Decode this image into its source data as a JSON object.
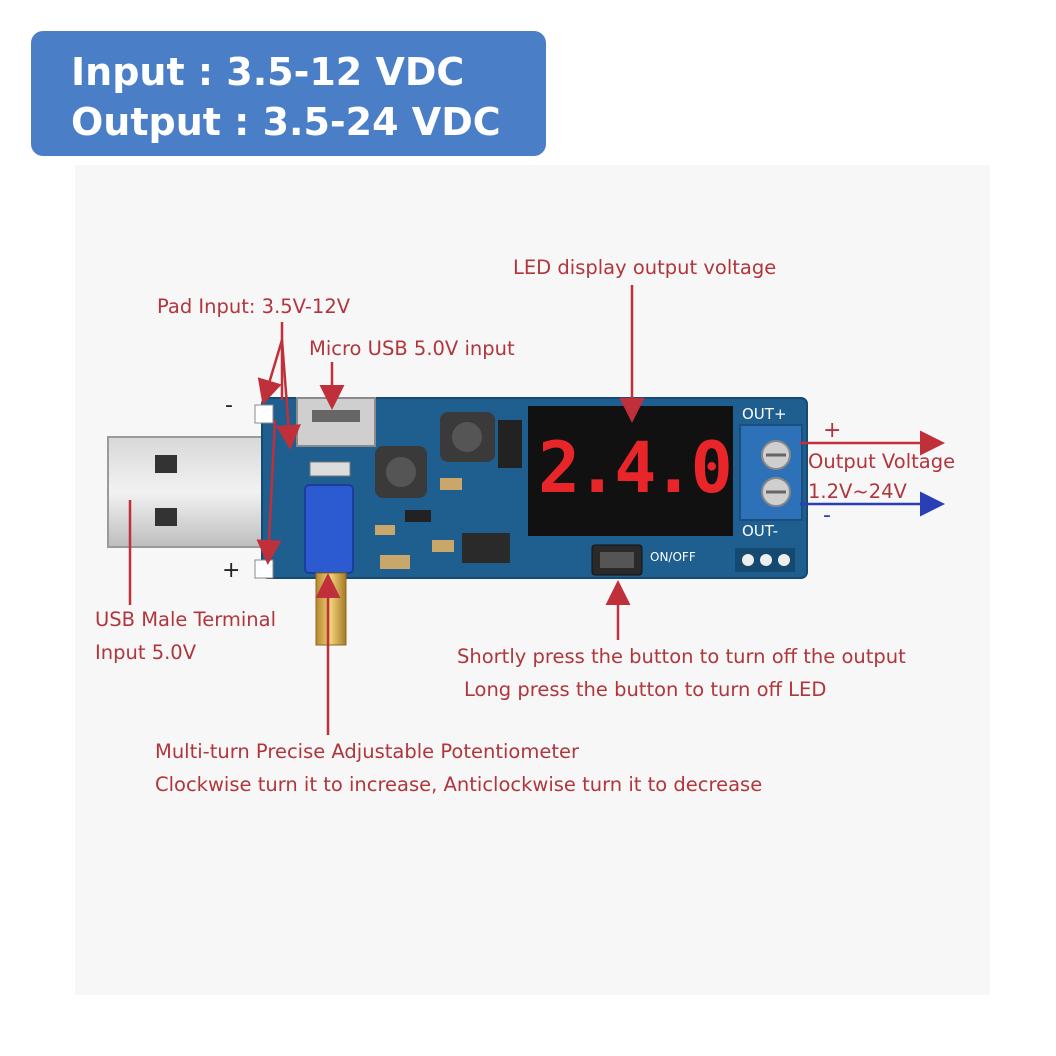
{
  "specs": {
    "input": "Input : 3.5-12 VDC",
    "output": "Output : 3.5-24 VDC"
  },
  "labels": {
    "led_display": "LED display output voltage",
    "pad_input": "Pad Input: 3.5V-12V",
    "micro_usb": "Micro USB 5.0V input",
    "output_voltage_title": "Output Voltage",
    "output_voltage_range": "1.2V~24V",
    "usb_male_line1": "USB Male Terminal",
    "usb_male_line2": "Input 5.0V",
    "button_line1": "Shortly press the button to turn off the output",
    "button_line2": "Long press the button to turn off LED",
    "pot_line1": "Multi-turn Precise Adjustable Potentiometer",
    "pot_line2": "Clockwise turn it to increase, Anticlockwise turn it to decrease"
  },
  "board": {
    "display_value": "2.4.0",
    "out_plus": "OUT+",
    "out_minus": "OUT-",
    "onoff": "ON/OFF",
    "pad_minus": "-",
    "pad_plus": "+",
    "out_sign_plus": "+",
    "out_sign_minus": "-"
  },
  "colors": {
    "badge": "#4a7fc8",
    "annotation": "#b0363c",
    "pcb": "#1f5f8f",
    "led": "#e8262a",
    "arrow_output_plus": "#c0303a",
    "arrow_output_minus": "#2a3fb5"
  }
}
